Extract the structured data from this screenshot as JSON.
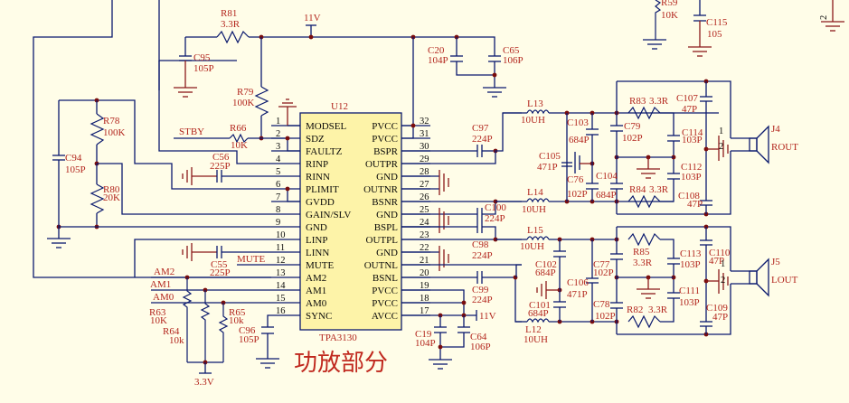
{
  "title": "功放部分",
  "ic": {
    "ref": "U12",
    "part": "TPA3130",
    "left_pins": [
      {
        "num": "1",
        "name": "MODSEL"
      },
      {
        "num": "2",
        "name": "SDZ"
      },
      {
        "num": "3",
        "name": "FAULTZ"
      },
      {
        "num": "4",
        "name": "RINP"
      },
      {
        "num": "5",
        "name": "RINN"
      },
      {
        "num": "6",
        "name": "PLIMIT"
      },
      {
        "num": "7",
        "name": "GVDD"
      },
      {
        "num": "8",
        "name": "GAIN/SLV"
      },
      {
        "num": "9",
        "name": "GND"
      },
      {
        "num": "10",
        "name": "LINP"
      },
      {
        "num": "11",
        "name": "LINN"
      },
      {
        "num": "12",
        "name": "MUTE"
      },
      {
        "num": "13",
        "name": "AM2"
      },
      {
        "num": "14",
        "name": "AM1"
      },
      {
        "num": "15",
        "name": "AM0"
      },
      {
        "num": "16",
        "name": "SYNC"
      }
    ],
    "right_pins": [
      {
        "num": "32",
        "name": "PVCC"
      },
      {
        "num": "31",
        "name": "PVCC"
      },
      {
        "num": "30",
        "name": "BSPR"
      },
      {
        "num": "29",
        "name": "OUTPR"
      },
      {
        "num": "28",
        "name": "GND"
      },
      {
        "num": "27",
        "name": "OUTNR"
      },
      {
        "num": "26",
        "name": "BSNR"
      },
      {
        "num": "25",
        "name": "GND"
      },
      {
        "num": "24",
        "name": "BSPL"
      },
      {
        "num": "23",
        "name": "OUTPL"
      },
      {
        "num": "22",
        "name": "GND"
      },
      {
        "num": "21",
        "name": "OUTNL"
      },
      {
        "num": "20",
        "name": "BSNL"
      },
      {
        "num": "19",
        "name": "PVCC"
      },
      {
        "num": "18",
        "name": "PVCC"
      },
      {
        "num": "17",
        "name": "AVCC"
      }
    ]
  },
  "nets": {
    "v11_top": "11V",
    "v11_bottom": "11V",
    "v33": "3.3V",
    "stby": "STBY",
    "mute": "MUTE",
    "am2": "AM2",
    "am1": "AM1",
    "am0": "AM0"
  },
  "components": {
    "R81": {
      "ref": "R81",
      "value": "3.3R"
    },
    "C95": {
      "ref": "C95",
      "value": "105P"
    },
    "R79": {
      "ref": "R79",
      "value": "100K"
    },
    "R66": {
      "ref": "R66",
      "value": "10K"
    },
    "R78": {
      "ref": "R78",
      "value": "100K"
    },
    "R80": {
      "ref": "R80",
      "value": "20K"
    },
    "C94": {
      "ref": "C94",
      "value": "105P"
    },
    "C56": {
      "ref": "C56",
      "value": "225P"
    },
    "C55": {
      "ref": "C55",
      "value": "225P"
    },
    "R63": {
      "ref": "R63",
      "value": "10K"
    },
    "R64": {
      "ref": "R64",
      "value": "10k"
    },
    "R65": {
      "ref": "R65",
      "value": "10k"
    },
    "C96": {
      "ref": "C96",
      "value": "105P"
    },
    "C20": {
      "ref": "C20",
      "value": "104P"
    },
    "C65": {
      "ref": "C65",
      "value": "106P"
    },
    "C19": {
      "ref": "C19",
      "value": "104P"
    },
    "C64": {
      "ref": "C64",
      "value": "106P"
    },
    "C97": {
      "ref": "C97",
      "value": "224P"
    },
    "C100": {
      "ref": "C100",
      "value": "224P"
    },
    "C98": {
      "ref": "C98",
      "value": "224P"
    },
    "C99": {
      "ref": "C99",
      "value": "224P"
    },
    "L13": {
      "ref": "L13",
      "value": "10UH"
    },
    "L14": {
      "ref": "L14",
      "value": "10UH"
    },
    "L15": {
      "ref": "L15",
      "value": "10UH"
    },
    "L12": {
      "ref": "L12",
      "value": "10UH"
    },
    "C103": {
      "ref": "C103",
      "value": "684P"
    },
    "C104": {
      "ref": "C104",
      "value": "684P"
    },
    "C105": {
      "ref": "C105",
      "value": "471P"
    },
    "C76": {
      "ref": "C76",
      "value": "102P"
    },
    "C79": {
      "ref": "C79",
      "value": "102P"
    },
    "R83": {
      "ref": "R83",
      "value": "3.3R"
    },
    "R84": {
      "ref": "R84",
      "value": "3.3R"
    },
    "C114": {
      "ref": "C114",
      "value": "103P"
    },
    "C112": {
      "ref": "C112",
      "value": "103P"
    },
    "C107": {
      "ref": "C107",
      "value": "47P"
    },
    "C108": {
      "ref": "C108",
      "value": "47P"
    },
    "C102": {
      "ref": "C102",
      "value": "684P"
    },
    "C101": {
      "ref": "C101",
      "value": "684P"
    },
    "C106": {
      "ref": "C106",
      "value": "471P"
    },
    "C77": {
      "ref": "C77",
      "value": "102P"
    },
    "C78": {
      "ref": "C78",
      "value": "102P"
    },
    "R85": {
      "ref": "R85",
      "value": "3.3R"
    },
    "R82": {
      "ref": "R82",
      "value": "3.3R"
    },
    "C113": {
      "ref": "C113",
      "value": "103P"
    },
    "C111": {
      "ref": "C111",
      "value": "103P"
    },
    "C110": {
      "ref": "C110",
      "value": "47P"
    },
    "C109": {
      "ref": "C109",
      "value": "47P"
    },
    "R59": {
      "ref": "R59",
      "value": "10K"
    },
    "C115": {
      "ref": "C115",
      "value": "105"
    }
  },
  "connectors": {
    "J4": {
      "ref": "J4",
      "label": "ROUT",
      "pin1": "1",
      "pin2": "2"
    },
    "J5": {
      "ref": "J5",
      "label": "LOUT",
      "pin1": "1",
      "pin2": "2"
    },
    "top_right_pin": "2"
  }
}
